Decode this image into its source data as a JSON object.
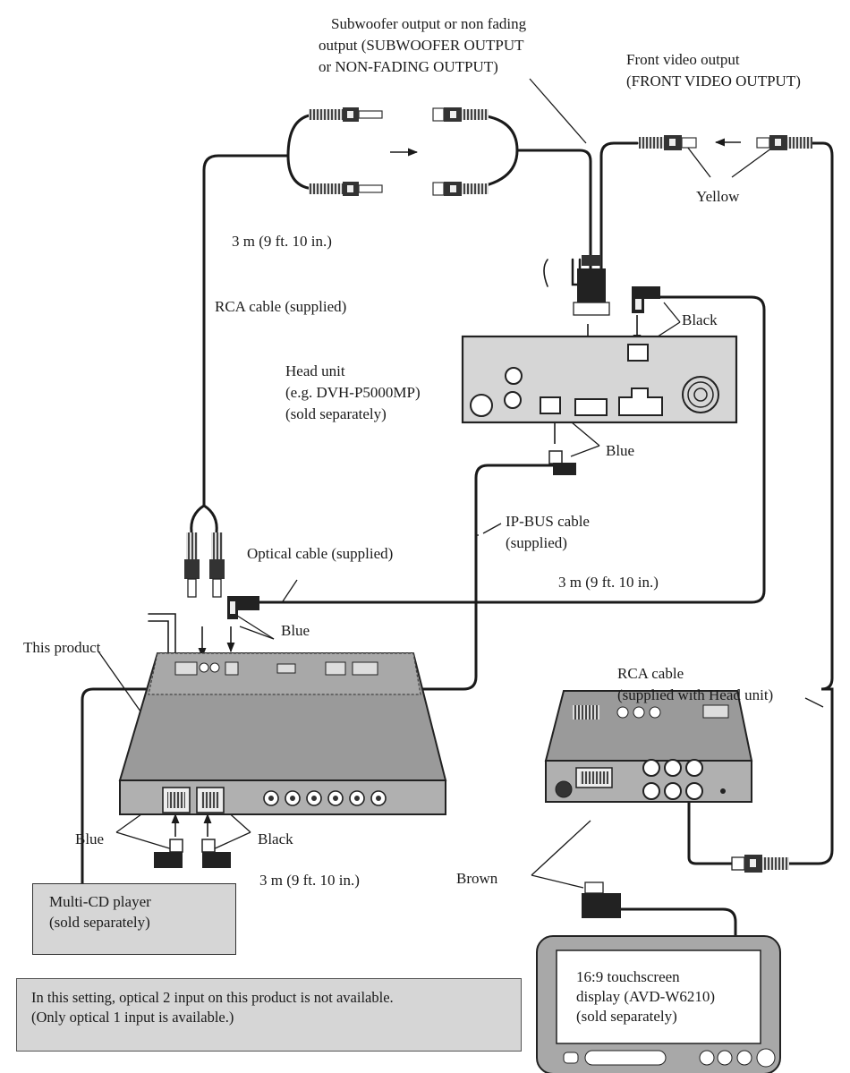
{
  "labels": {
    "subwoofer_1": "Subwoofer output or non fading",
    "subwoofer_2": "output (SUBWOOFER OUTPUT",
    "subwoofer_3": "or NON-FADING OUTPUT)",
    "front_video_1": "Front video output",
    "front_video_2": "(FRONT VIDEO OUTPUT)",
    "yellow": "Yellow",
    "length_top": "3 m (9 ft. 10 in.)",
    "rca_cable": "RCA cable (supplied)",
    "black_top": "Black",
    "head_unit_1": "Head unit",
    "head_unit_2": "(e.g. DVH-P5000MP)",
    "head_unit_3": "(sold separately)",
    "blue_head": "Blue",
    "ipbus_1": "IP-BUS cable",
    "ipbus_2": "(supplied)",
    "optical_cable": "Optical cable (supplied)",
    "length_optical": "3 m (9 ft. 10 in.)",
    "blue_optical": "Blue",
    "this_product": "This product",
    "rca_head_1": "RCA cable",
    "rca_head_2": "(supplied with Head unit)",
    "blue_bottom": "Blue",
    "black_bottom": "Black",
    "length_bottom": "3 m (9 ft. 10 in.)",
    "brown": "Brown"
  },
  "multi_cd": {
    "line1": "Multi-CD player",
    "line2": "(sold separately)"
  },
  "display": {
    "line1": "16:9 touchscreen",
    "line2": "display (AVD-W6210)",
    "line3": "(sold separately)"
  },
  "note": {
    "line1": "In this setting, optical 2 input on this product is not available.",
    "line2": "(Only optical 1 input is available.)"
  }
}
